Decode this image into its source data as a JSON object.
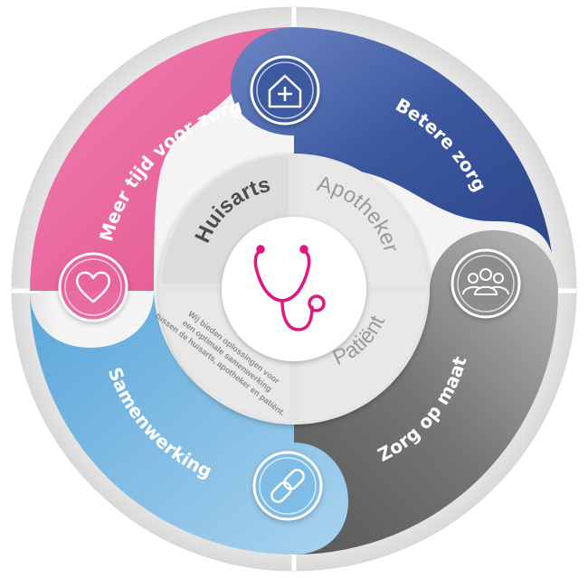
{
  "ring": {
    "segments": [
      {
        "id": "meer-tijd",
        "label": "Meer tijd voor zorg",
        "color": "#e9679f",
        "icon": "heart-icon"
      },
      {
        "id": "betere-zorg",
        "label": "Betere zorg",
        "color": "#3e5aa0",
        "icon": "house-plus-icon"
      },
      {
        "id": "zorg-op-maat",
        "label": "Zorg op maat",
        "color": "#6a6a6a",
        "icon": "people-icon"
      },
      {
        "id": "samenwerking",
        "label": "Samenwerking",
        "color": "#6fb2df",
        "icon": "link-icon"
      }
    ]
  },
  "center": {
    "quadrants": {
      "huisarts": "Huisarts",
      "apotheker": "Apotheker",
      "patient": "Patiënt"
    },
    "description": [
      "Wij bieden oplossingen voor",
      "een optimale samenwerking",
      "tussen de huisarts, apotheker en patiënt."
    ],
    "icon": "stethoscope-icon",
    "accent": "#e0177e"
  }
}
